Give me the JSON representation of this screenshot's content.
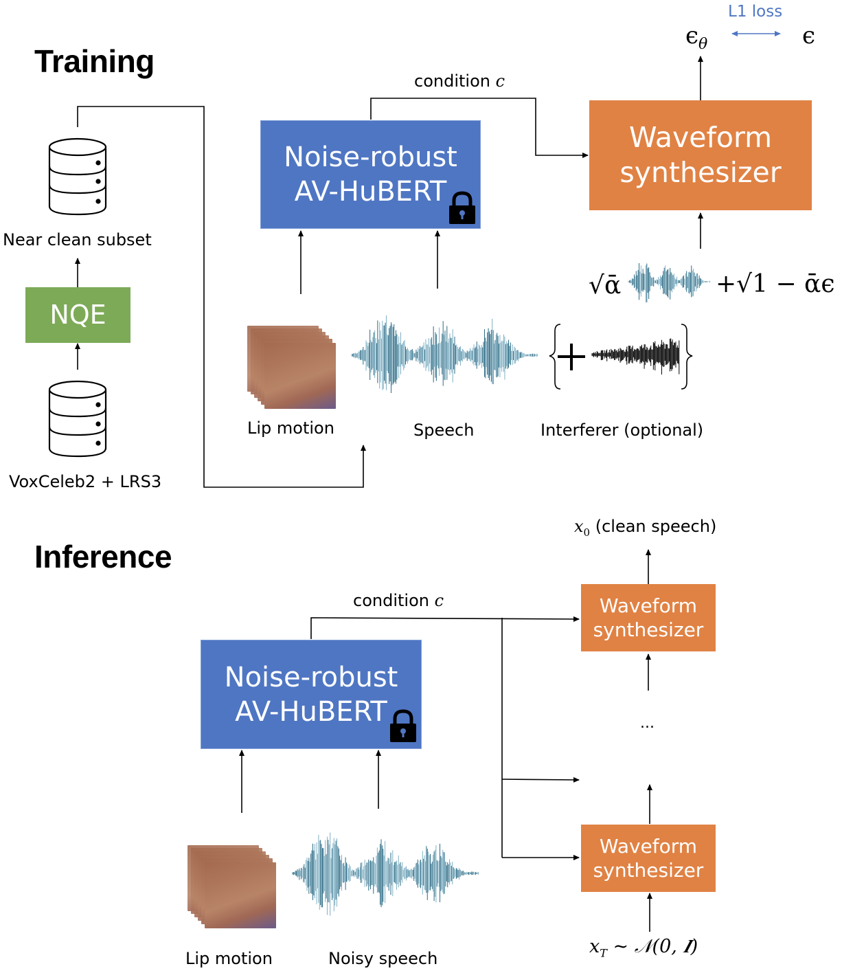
{
  "training": {
    "title": "Training",
    "loss_label": "L1 loss",
    "eps_theta": "ϵ",
    "eps_theta_sub": "θ",
    "eps": "ϵ",
    "condition_label": "condition ",
    "condition_var": "c",
    "av_hubert_line1": "Noise-robust",
    "av_hubert_line2": "AV-HuBERT",
    "synth_line1": "Waveform",
    "synth_line2": "synthesizer",
    "noise_formula_left": "√ᾱ",
    "noise_formula_right": "+√1 − ᾱϵ",
    "near_clean_label": "Near clean subset",
    "nqe_label": "NQE",
    "dataset_label": "VoxCeleb2 + LRS3",
    "lip_label": "Lip motion",
    "speech_label": "Speech",
    "interferer_label": "Interferer (optional)",
    "plus_sign": "+"
  },
  "inference": {
    "title": "Inference",
    "condition_label": "condition ",
    "condition_var": "c",
    "av_hubert_line1": "Noise-robust",
    "av_hubert_line2": "AV-HuBERT",
    "synth_top_line1": "Waveform",
    "synth_top_line2": "synthesizer",
    "synth_bottom_line1": "Waveform",
    "synth_bottom_line2": "synthesizer",
    "ellipsis": "...",
    "output_var": "x",
    "output_sub": "0",
    "output_text": " (clean speech)",
    "input_var": "x",
    "input_sub": "T",
    "input_text": " ~ 𝒩(0, 𝑰)",
    "lip_label": "Lip motion",
    "noisy_label": "Noisy speech"
  },
  "colors": {
    "blue_box": "#4f76c3",
    "orange_box": "#e08244",
    "green_box": "#7daa57",
    "waveform": "#2b6a84",
    "loss_arrow": "#4f76c3"
  }
}
